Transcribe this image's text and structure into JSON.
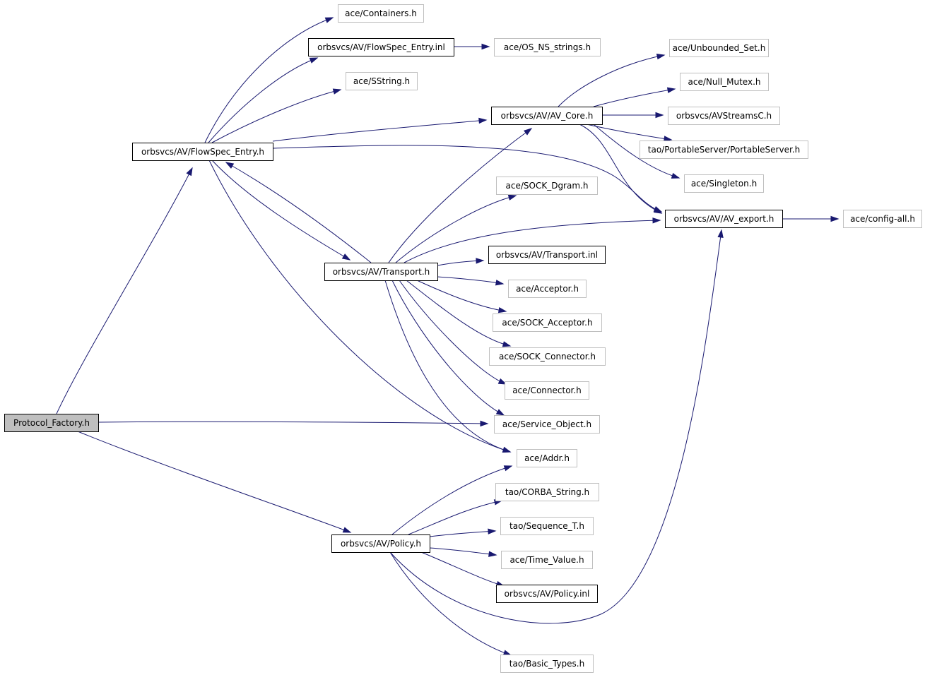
{
  "colors": {
    "edge": "#191970",
    "node_border_strong": "#000000",
    "node_border_light": "#bfbfbf",
    "focus_fill": "#bfbfbf",
    "node_fill": "#ffffff"
  },
  "nodes": {
    "protocol_factory": {
      "label": "Protocol_Factory.h",
      "style": "focus"
    },
    "flowspec_entry_h": {
      "label": "orbsvcs/AV/FlowSpec_Entry.h",
      "style": "strong"
    },
    "transport_h": {
      "label": "orbsvcs/AV/Transport.h",
      "style": "strong"
    },
    "policy_h": {
      "label": "orbsvcs/AV/Policy.h",
      "style": "strong"
    },
    "containers_h": {
      "label": "ace/Containers.h",
      "style": "light"
    },
    "flowspec_entry_inl": {
      "label": "orbsvcs/AV/FlowSpec_Entry.inl",
      "style": "strong"
    },
    "os_ns_strings_h": {
      "label": "ace/OS_NS_strings.h",
      "style": "light"
    },
    "sstring_h": {
      "label": "ace/SString.h",
      "style": "light"
    },
    "av_core_h": {
      "label": "orbsvcs/AV/AV_Core.h",
      "style": "strong"
    },
    "unbounded_set_h": {
      "label": "ace/Unbounded_Set.h",
      "style": "light"
    },
    "null_mutex_h": {
      "label": "ace/Null_Mutex.h",
      "style": "light"
    },
    "avstreamsc_h": {
      "label": "orbsvcs/AVStreamsC.h",
      "style": "light"
    },
    "portableserver_h": {
      "label": "tao/PortableServer/PortableServer.h",
      "style": "light"
    },
    "singleton_h": {
      "label": "ace/Singleton.h",
      "style": "light"
    },
    "av_export_h": {
      "label": "orbsvcs/AV/AV_export.h",
      "style": "strong"
    },
    "config_all_h": {
      "label": "ace/config-all.h",
      "style": "light"
    },
    "sock_dgram_h": {
      "label": "ace/SOCK_Dgram.h",
      "style": "light"
    },
    "transport_inl": {
      "label": "orbsvcs/AV/Transport.inl",
      "style": "strong"
    },
    "acceptor_h": {
      "label": "ace/Acceptor.h",
      "style": "light"
    },
    "sock_acceptor_h": {
      "label": "ace/SOCK_Acceptor.h",
      "style": "light"
    },
    "sock_connector_h": {
      "label": "ace/SOCK_Connector.h",
      "style": "light"
    },
    "connector_h": {
      "label": "ace/Connector.h",
      "style": "light"
    },
    "service_object_h": {
      "label": "ace/Service_Object.h",
      "style": "light"
    },
    "addr_h": {
      "label": "ace/Addr.h",
      "style": "light"
    },
    "corba_string_h": {
      "label": "tao/CORBA_String.h",
      "style": "light"
    },
    "sequence_t_h": {
      "label": "tao/Sequence_T.h",
      "style": "light"
    },
    "time_value_h": {
      "label": "ace/Time_Value.h",
      "style": "light"
    },
    "policy_inl": {
      "label": "orbsvcs/AV/Policy.inl",
      "style": "strong"
    },
    "basic_types_h": {
      "label": "tao/Basic_Types.h",
      "style": "light"
    }
  },
  "edges": [
    [
      "protocol_factory",
      "flowspec_entry_h"
    ],
    [
      "protocol_factory",
      "service_object_h"
    ],
    [
      "protocol_factory",
      "policy_h"
    ],
    [
      "flowspec_entry_h",
      "containers_h"
    ],
    [
      "flowspec_entry_h",
      "flowspec_entry_inl"
    ],
    [
      "flowspec_entry_h",
      "sstring_h"
    ],
    [
      "flowspec_entry_h",
      "av_core_h"
    ],
    [
      "flowspec_entry_h",
      "av_export_h"
    ],
    [
      "flowspec_entry_h",
      "transport_h"
    ],
    [
      "flowspec_entry_h",
      "addr_h"
    ],
    [
      "flowspec_entry_inl",
      "os_ns_strings_h"
    ],
    [
      "av_core_h",
      "unbounded_set_h"
    ],
    [
      "av_core_h",
      "null_mutex_h"
    ],
    [
      "av_core_h",
      "avstreamsc_h"
    ],
    [
      "av_core_h",
      "portableserver_h"
    ],
    [
      "av_core_h",
      "singleton_h"
    ],
    [
      "av_core_h",
      "av_export_h"
    ],
    [
      "av_export_h",
      "config_all_h"
    ],
    [
      "transport_h",
      "flowspec_entry_h"
    ],
    [
      "transport_h",
      "av_core_h"
    ],
    [
      "transport_h",
      "sock_dgram_h"
    ],
    [
      "transport_h",
      "av_export_h"
    ],
    [
      "transport_h",
      "transport_inl"
    ],
    [
      "transport_h",
      "acceptor_h"
    ],
    [
      "transport_h",
      "sock_acceptor_h"
    ],
    [
      "transport_h",
      "sock_connector_h"
    ],
    [
      "transport_h",
      "connector_h"
    ],
    [
      "transport_h",
      "service_object_h"
    ],
    [
      "transport_h",
      "addr_h"
    ],
    [
      "policy_h",
      "addr_h"
    ],
    [
      "policy_h",
      "corba_string_h"
    ],
    [
      "policy_h",
      "sequence_t_h"
    ],
    [
      "policy_h",
      "time_value_h"
    ],
    [
      "policy_h",
      "policy_inl"
    ],
    [
      "policy_h",
      "av_export_h"
    ],
    [
      "policy_h",
      "basic_types_h"
    ]
  ]
}
